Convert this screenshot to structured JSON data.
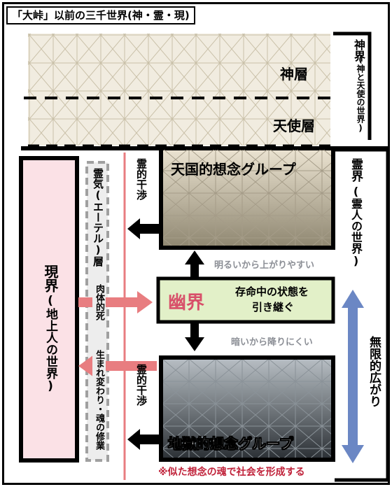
{
  "title": "「大峠」以前の三千世界(神・霊・現)",
  "shinkai": {
    "label": "神界",
    "sublabel": "(神と天使の世界)"
  },
  "kami_layer": "神層",
  "tenshi_layer": "天使層",
  "reikai": {
    "label": "霊界",
    "sublabel": "(霊人の世界)"
  },
  "genkai": {
    "label": "現界",
    "sublabel": "(地上人の世界)"
  },
  "reiki_layer": "霊気(エーテル)層",
  "nikutai_shi": "肉体的死",
  "umarekawari": "生まれ変わり・魂の修業",
  "rei_kansho_top": "霊的干渉",
  "rei_kansho_bottom": "霊的干渉",
  "heaven_group": "天国的想念グループ",
  "hell_group": "地獄的想念グループ",
  "yuukai": {
    "label": "幽界",
    "description_line1": "存命中の状態を",
    "description_line2": "引き継ぐ"
  },
  "up_text": "明るいから上がりやすい",
  "down_text": "暗いから降りにくい",
  "infinite": "無限的広がり",
  "note": "※似た想念の魂で社会を形成する",
  "colors": {
    "divine": "#f1ece0",
    "grid_line": "#c9c0a8",
    "genkai_fill": "#fbe1e6",
    "yuukai_fill": "#e2f0c8",
    "yuukai_label": "#d8506a",
    "pink_arrow": "#e87d80",
    "blue_arrow": "#6b87c4",
    "hint_text": "#8c8f96",
    "note_text": "#c0223a"
  }
}
